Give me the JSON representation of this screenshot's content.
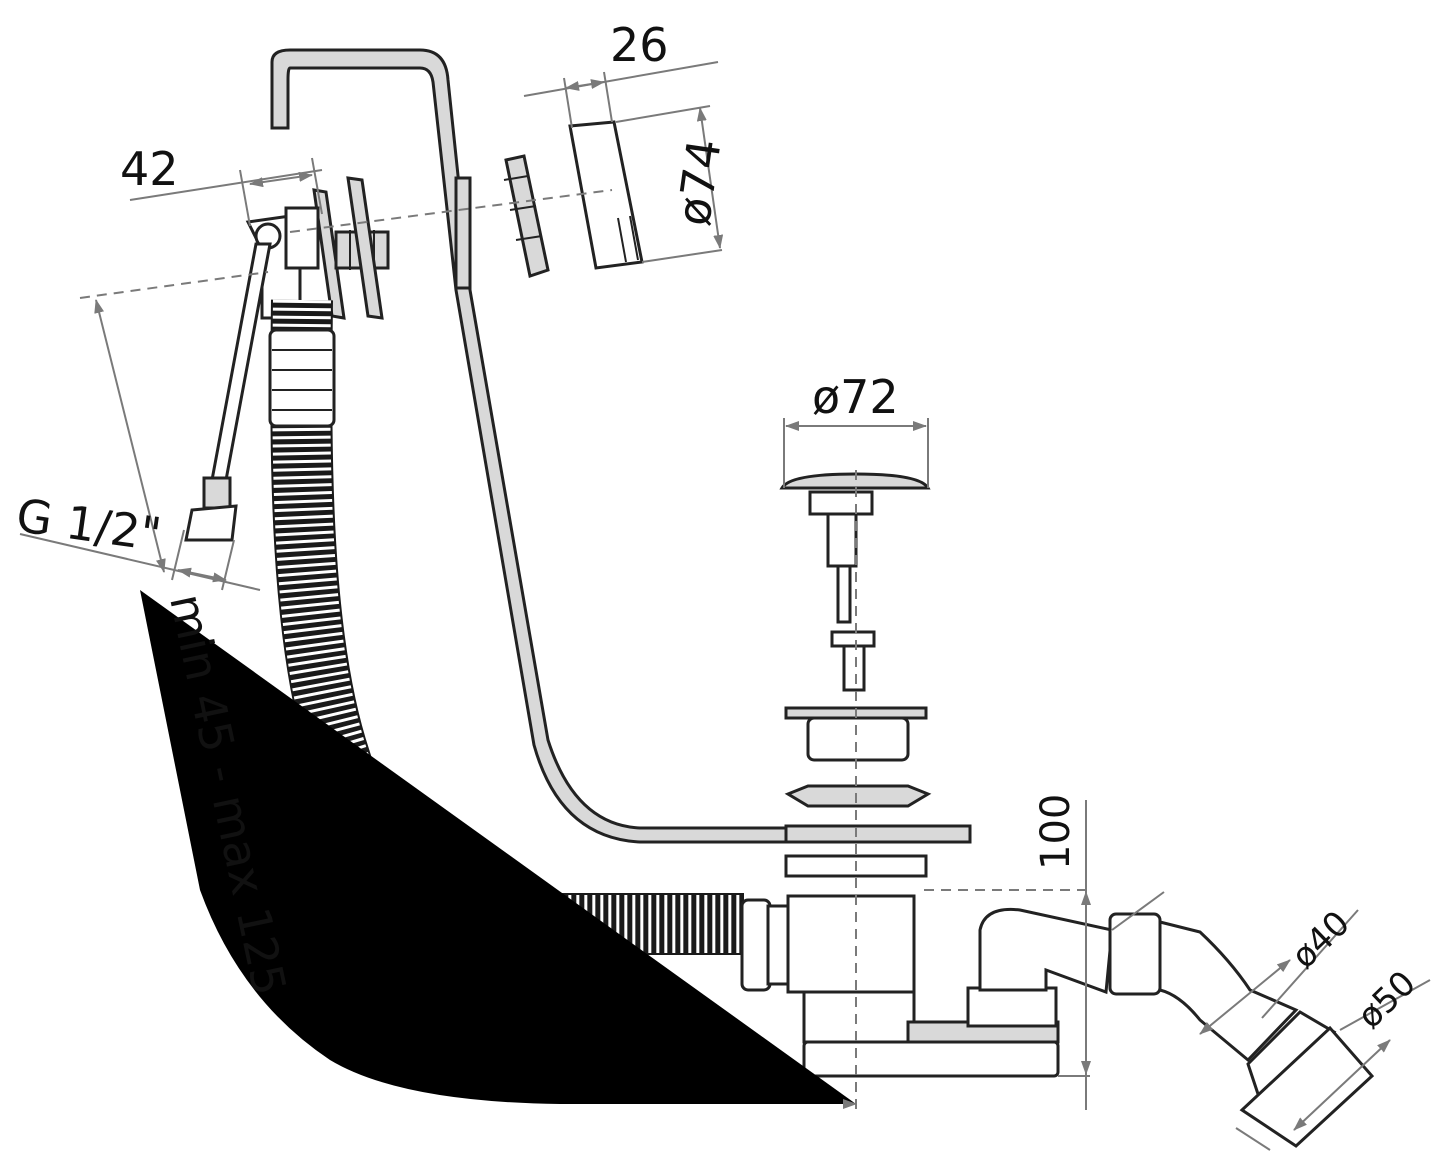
{
  "dimensions": {
    "d42": "42",
    "d26": "26",
    "dia74": "ø74",
    "dia72": "ø72",
    "thread": "G 1/2\"",
    "range": "min 45 - max 125",
    "d100": "100",
    "dia40": "ø40",
    "dia50": "ø50"
  },
  "colors": {
    "line": "#222222",
    "dimension": "#7a7a7a",
    "fill": "#d9d9d9",
    "hose": "#1a1a1a"
  }
}
